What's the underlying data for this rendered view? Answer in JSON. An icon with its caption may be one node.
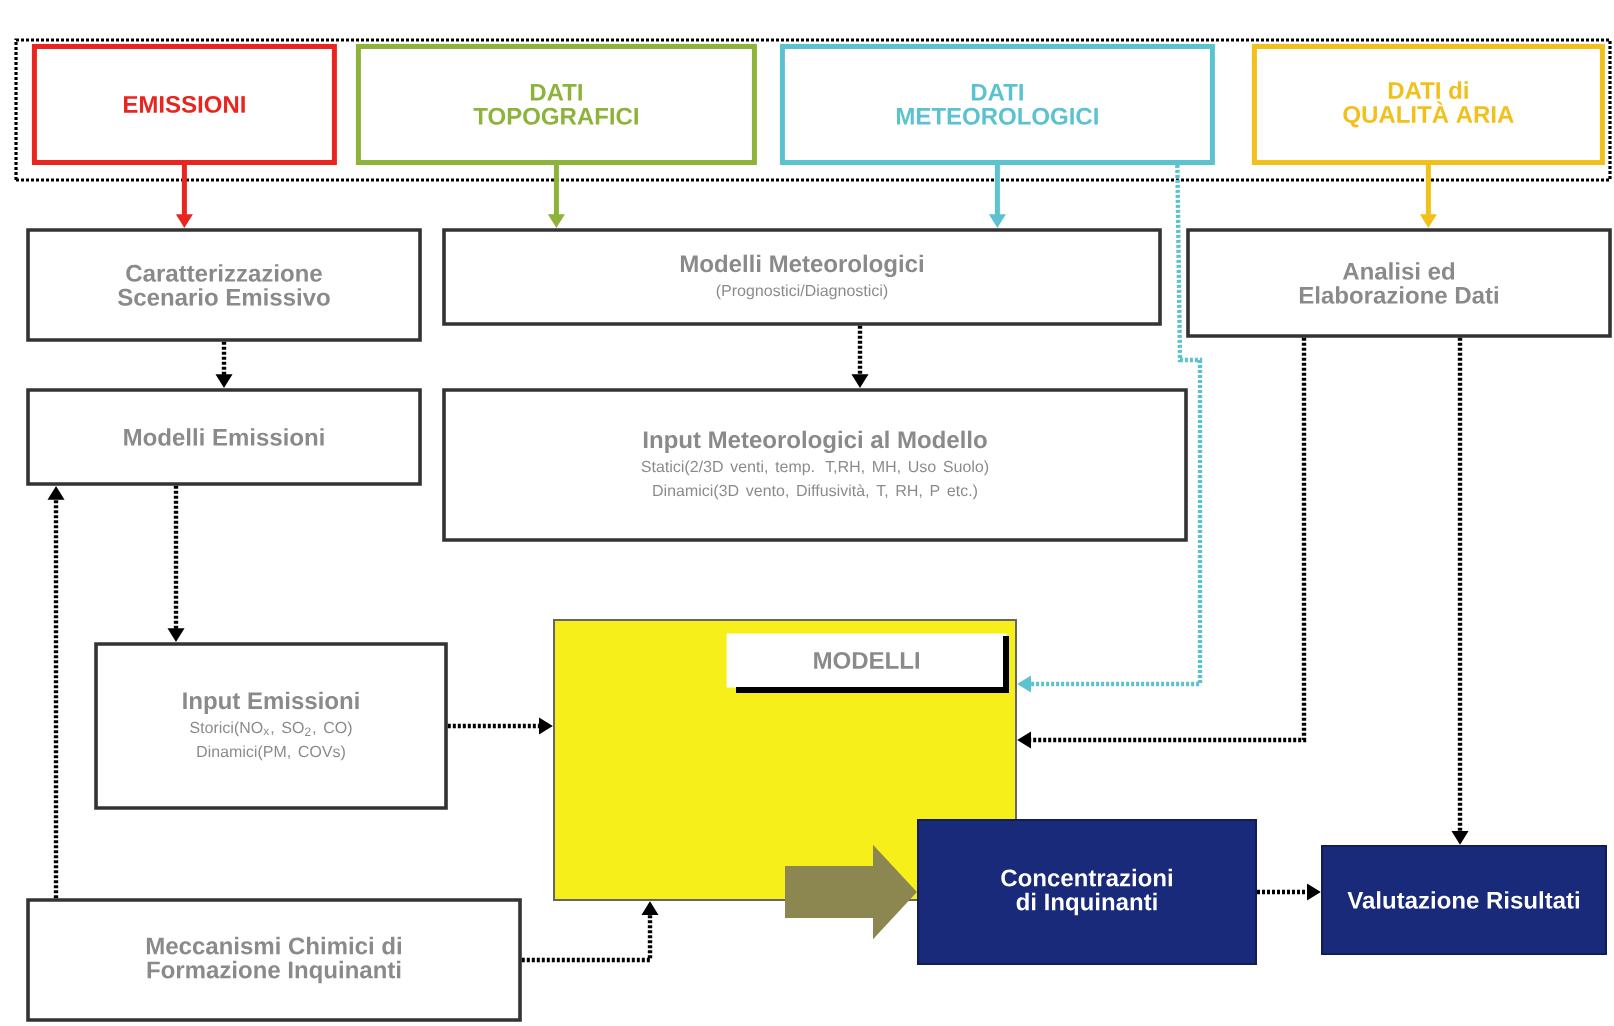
{
  "diagram": {
    "nodes": [
      {
        "text": [],
        "shape": "box"
      },
      {
        "text": [
          "EMISSIONI"
        ],
        "in": 0
      },
      {
        "text": [
          "DATI TOPOGRAFICI"
        ],
        "in": 0
      },
      {
        "text": [
          "DATI METEOROLOGICI"
        ],
        "in": 0
      },
      {
        "text": [
          "DATI di QUALITÀ ARIA"
        ],
        "in": 0
      },
      {
        "text": [
          "Caratterizzazione Scenario Emissivo"
        ]
      },
      {
        "text": [
          "Modelli Meteorologici",
          "(Prognostici/Diagnostici)"
        ]
      },
      {
        "text": [
          "Analisi ed Elaborazione Dati"
        ]
      },
      {
        "text": [
          "Modelli Emissioni"
        ]
      },
      {
        "text": [
          "Input Meteorologici al Modello",
          "Statici(2/3D venti, temp. T,RH, MH, Uso Suolo)",
          "Dinamici(3D vento, Diffusività, T, RH, P etc.)"
        ]
      },
      {
        "text": [
          "Input Emissioni",
          "Storici(NO$_{x}$, SO$_{2}$, CO)",
          "Dinamici(PM, COVs)"
        ]
      },
      {
        "text": [
          "MODELLI"
        ]
      },
      {
        "text": [
          "Meccanismi Chimici di Formazione Inquinanti"
        ]
      },
      {
        "text": [
          "Concentrazioni di Inquinanti"
        ]
      },
      {
        "text": [
          "Valutazione Risultati"
        ]
      }
    ],
    "edges": [
      {
        "from": 1,
        "to": 5,
        "arrow": "to",
        "color": "#e8261f"
      },
      {
        "from": 2,
        "to": 6,
        "arrow": "to",
        "color": "#8db33a"
      },
      {
        "from": 3,
        "to": 6,
        "arrow": "to",
        "color": "#5bc2d0"
      },
      {
        "from": 3,
        "to": 11,
        "arrow": "to",
        "color": "#5bc2d0",
        "style": "dashed"
      },
      {
        "from": 4,
        "to": 7,
        "arrow": "to",
        "color": "#f2c01a"
      },
      {
        "from": 5,
        "to": 8,
        "arrow": "to",
        "style": "dashed"
      },
      {
        "from": 6,
        "to": 9,
        "arrow": "to",
        "style": "dashed"
      },
      {
        "from": 8,
        "to": 10,
        "arrow": "to",
        "style": "dashed"
      },
      {
        "from": 12,
        "to": 8,
        "arrow": "to",
        "style": "dashed"
      },
      {
        "from": 10,
        "to": 11,
        "arrow": "to",
        "style": "dashed"
      },
      {
        "from": 12,
        "to": 11,
        "arrow": "to",
        "style": "dashed"
      },
      {
        "from": 7,
        "to": 11,
        "arrow": "to",
        "style": "dashed"
      },
      {
        "from": 7,
        "to": 14,
        "arrow": "to",
        "style": "dashed"
      },
      {
        "from": 11,
        "to": 13,
        "arrow": "to",
        "style": "thick",
        "color": "#8c8750"
      },
      {
        "from": 13,
        "to": 14,
        "arrow": "to",
        "style": "dashed"
      }
    ]
  }
}
